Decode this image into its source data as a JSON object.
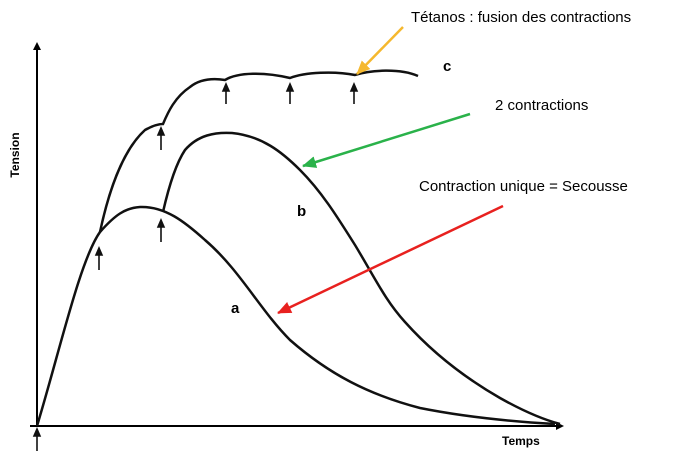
{
  "axes": {
    "y_label": "Tension",
    "x_label": "Temps"
  },
  "curves": {
    "a": "a",
    "b": "b",
    "c": "c"
  },
  "annotations": {
    "tetanos": "Tétanos : fusion des contractions",
    "two_contractions": "2 contractions",
    "single_contraction": "Contraction unique = Secousse"
  },
  "colors": {
    "tetanos_arrow": "#f5b82e",
    "two_contractions_arrow": "#2ab24a",
    "single_contraction_arrow": "#e8211f",
    "curve": "#111111"
  }
}
